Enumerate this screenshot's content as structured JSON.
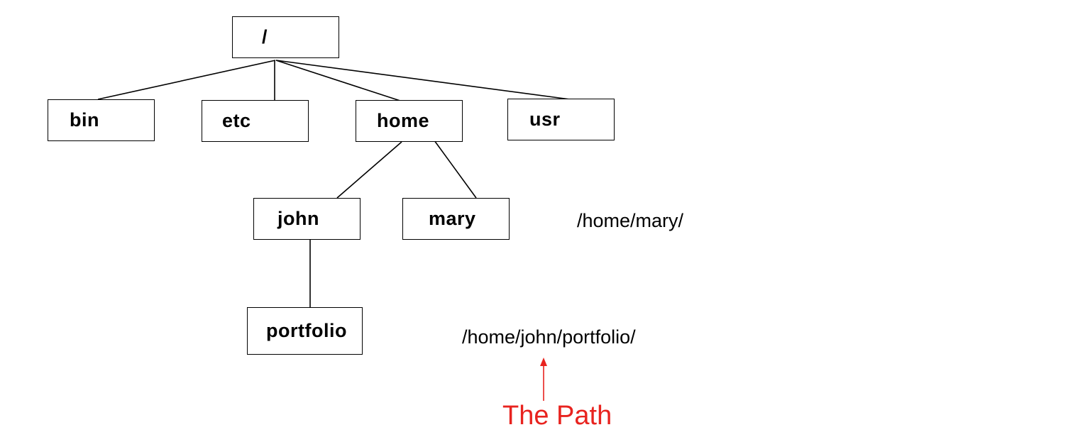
{
  "tree": {
    "root": {
      "label": "/"
    },
    "bin": {
      "label": "bin"
    },
    "etc": {
      "label": "etc"
    },
    "home": {
      "label": "home"
    },
    "usr": {
      "label": "usr"
    },
    "john": {
      "label": "john"
    },
    "mary": {
      "label": "mary"
    },
    "portfolio": {
      "label": "portfolio"
    }
  },
  "paths": {
    "mary": "/home/mary/",
    "portfolio": "/home/john/portfolio/"
  },
  "annotation": {
    "caption": "The Path",
    "color": "#e8231f"
  }
}
